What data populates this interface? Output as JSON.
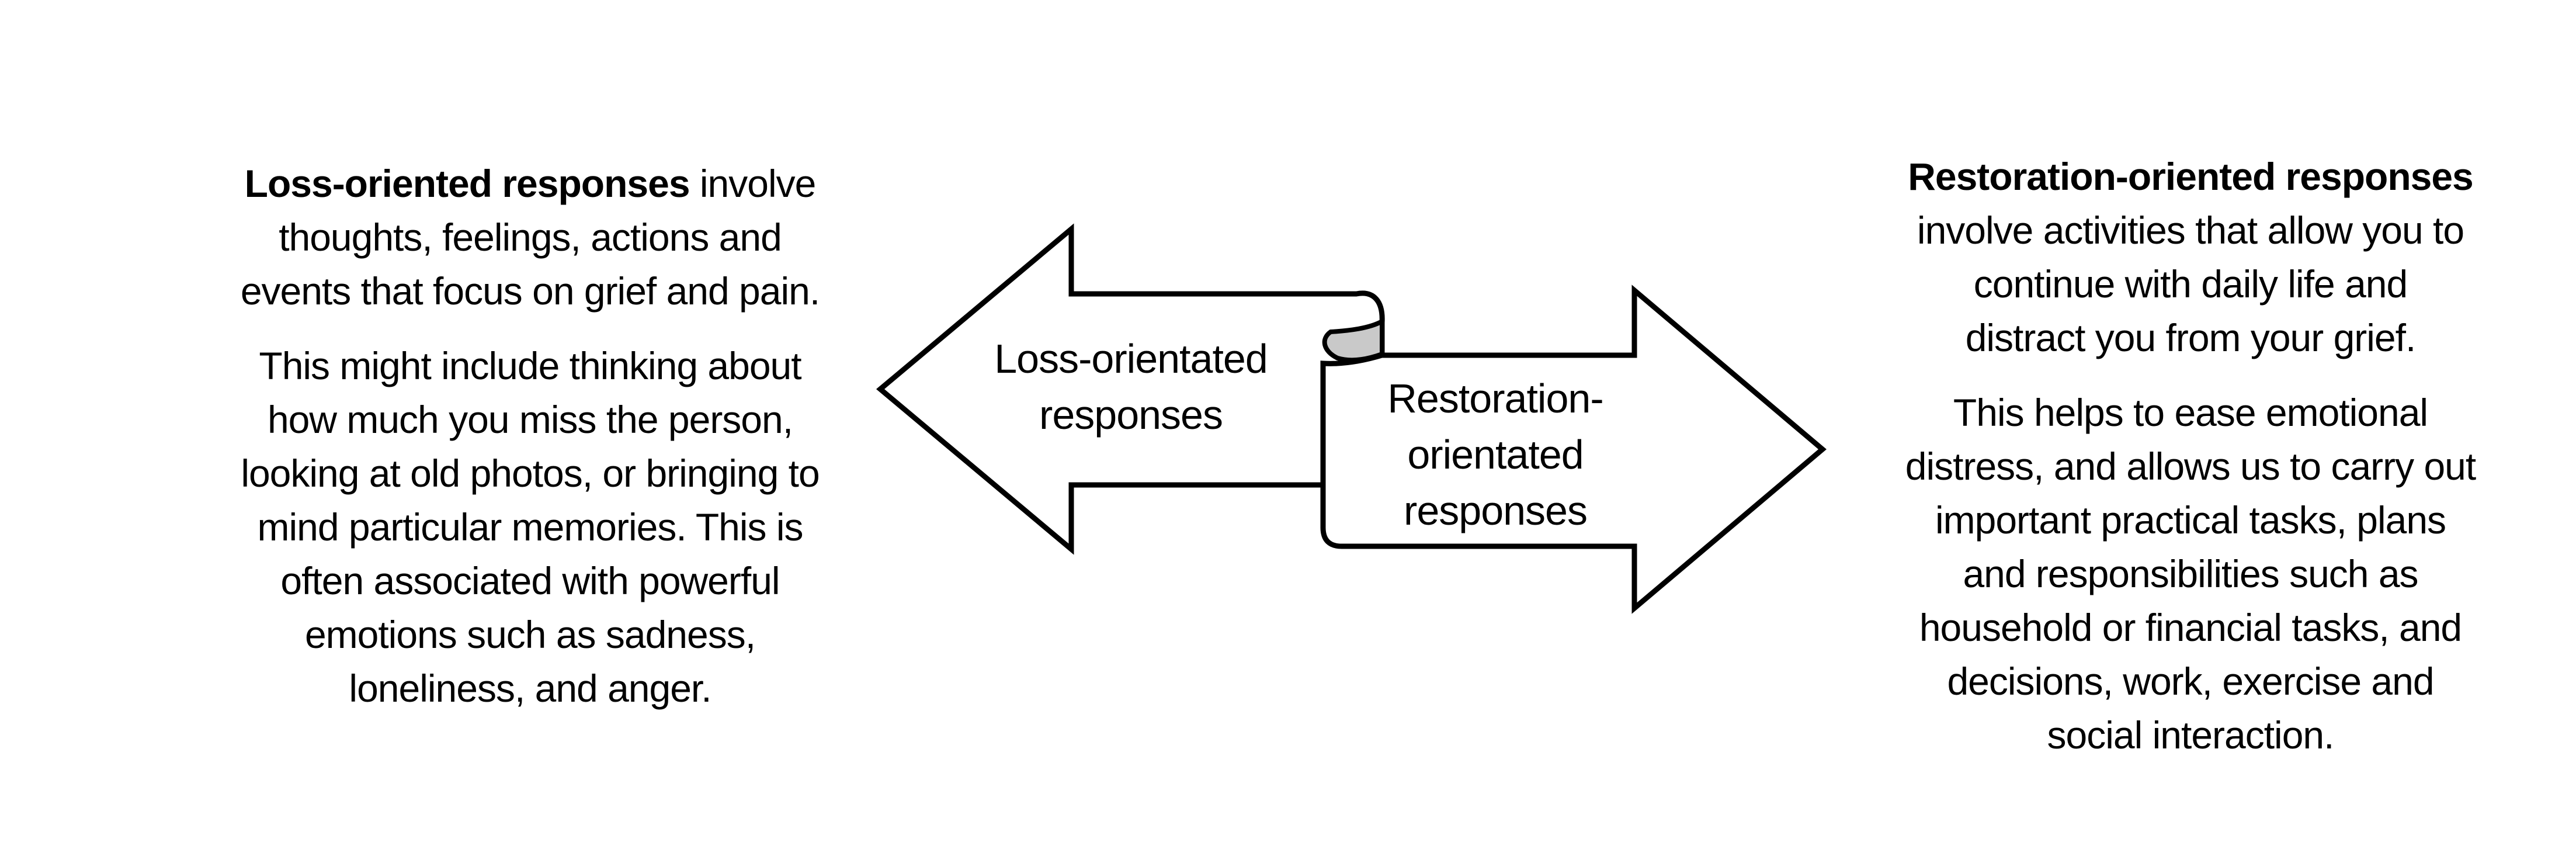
{
  "left_panel": {
    "heading_bold": "Loss-oriented responses",
    "p1_rest": " involve\nthoughts, feelings, actions and\nevents that focus on grief and pain.",
    "p2": "This might include thinking about\nhow much you miss the person,\nlooking at old photos, or bringing to\nmind particular memories. This is\noften associated with powerful\nemotions such as sadness,\nloneliness, and anger."
  },
  "right_panel": {
    "heading_bold": "Restoration-oriented responses",
    "p1_rest": "\ninvolve activities that allow you to\ncontinue with daily life and\ndistract you from your grief.",
    "p2": "This helps to ease emotional\ndistress, and allows us to carry out\nimportant practical tasks, plans\nand responsibilities such as\nhousehold or financial tasks, and\ndecisions, work, exercise and\nsocial interaction."
  },
  "diagram": {
    "loss_arrow_label": "Loss-orientated\nresponses",
    "restoration_arrow_label": "Restoration-\norientated\nresponses",
    "arrow_fill": "#ffffff",
    "outline_color": "#000000",
    "curl_fill": "#c9c9c9",
    "background_color": "#ffffff"
  }
}
